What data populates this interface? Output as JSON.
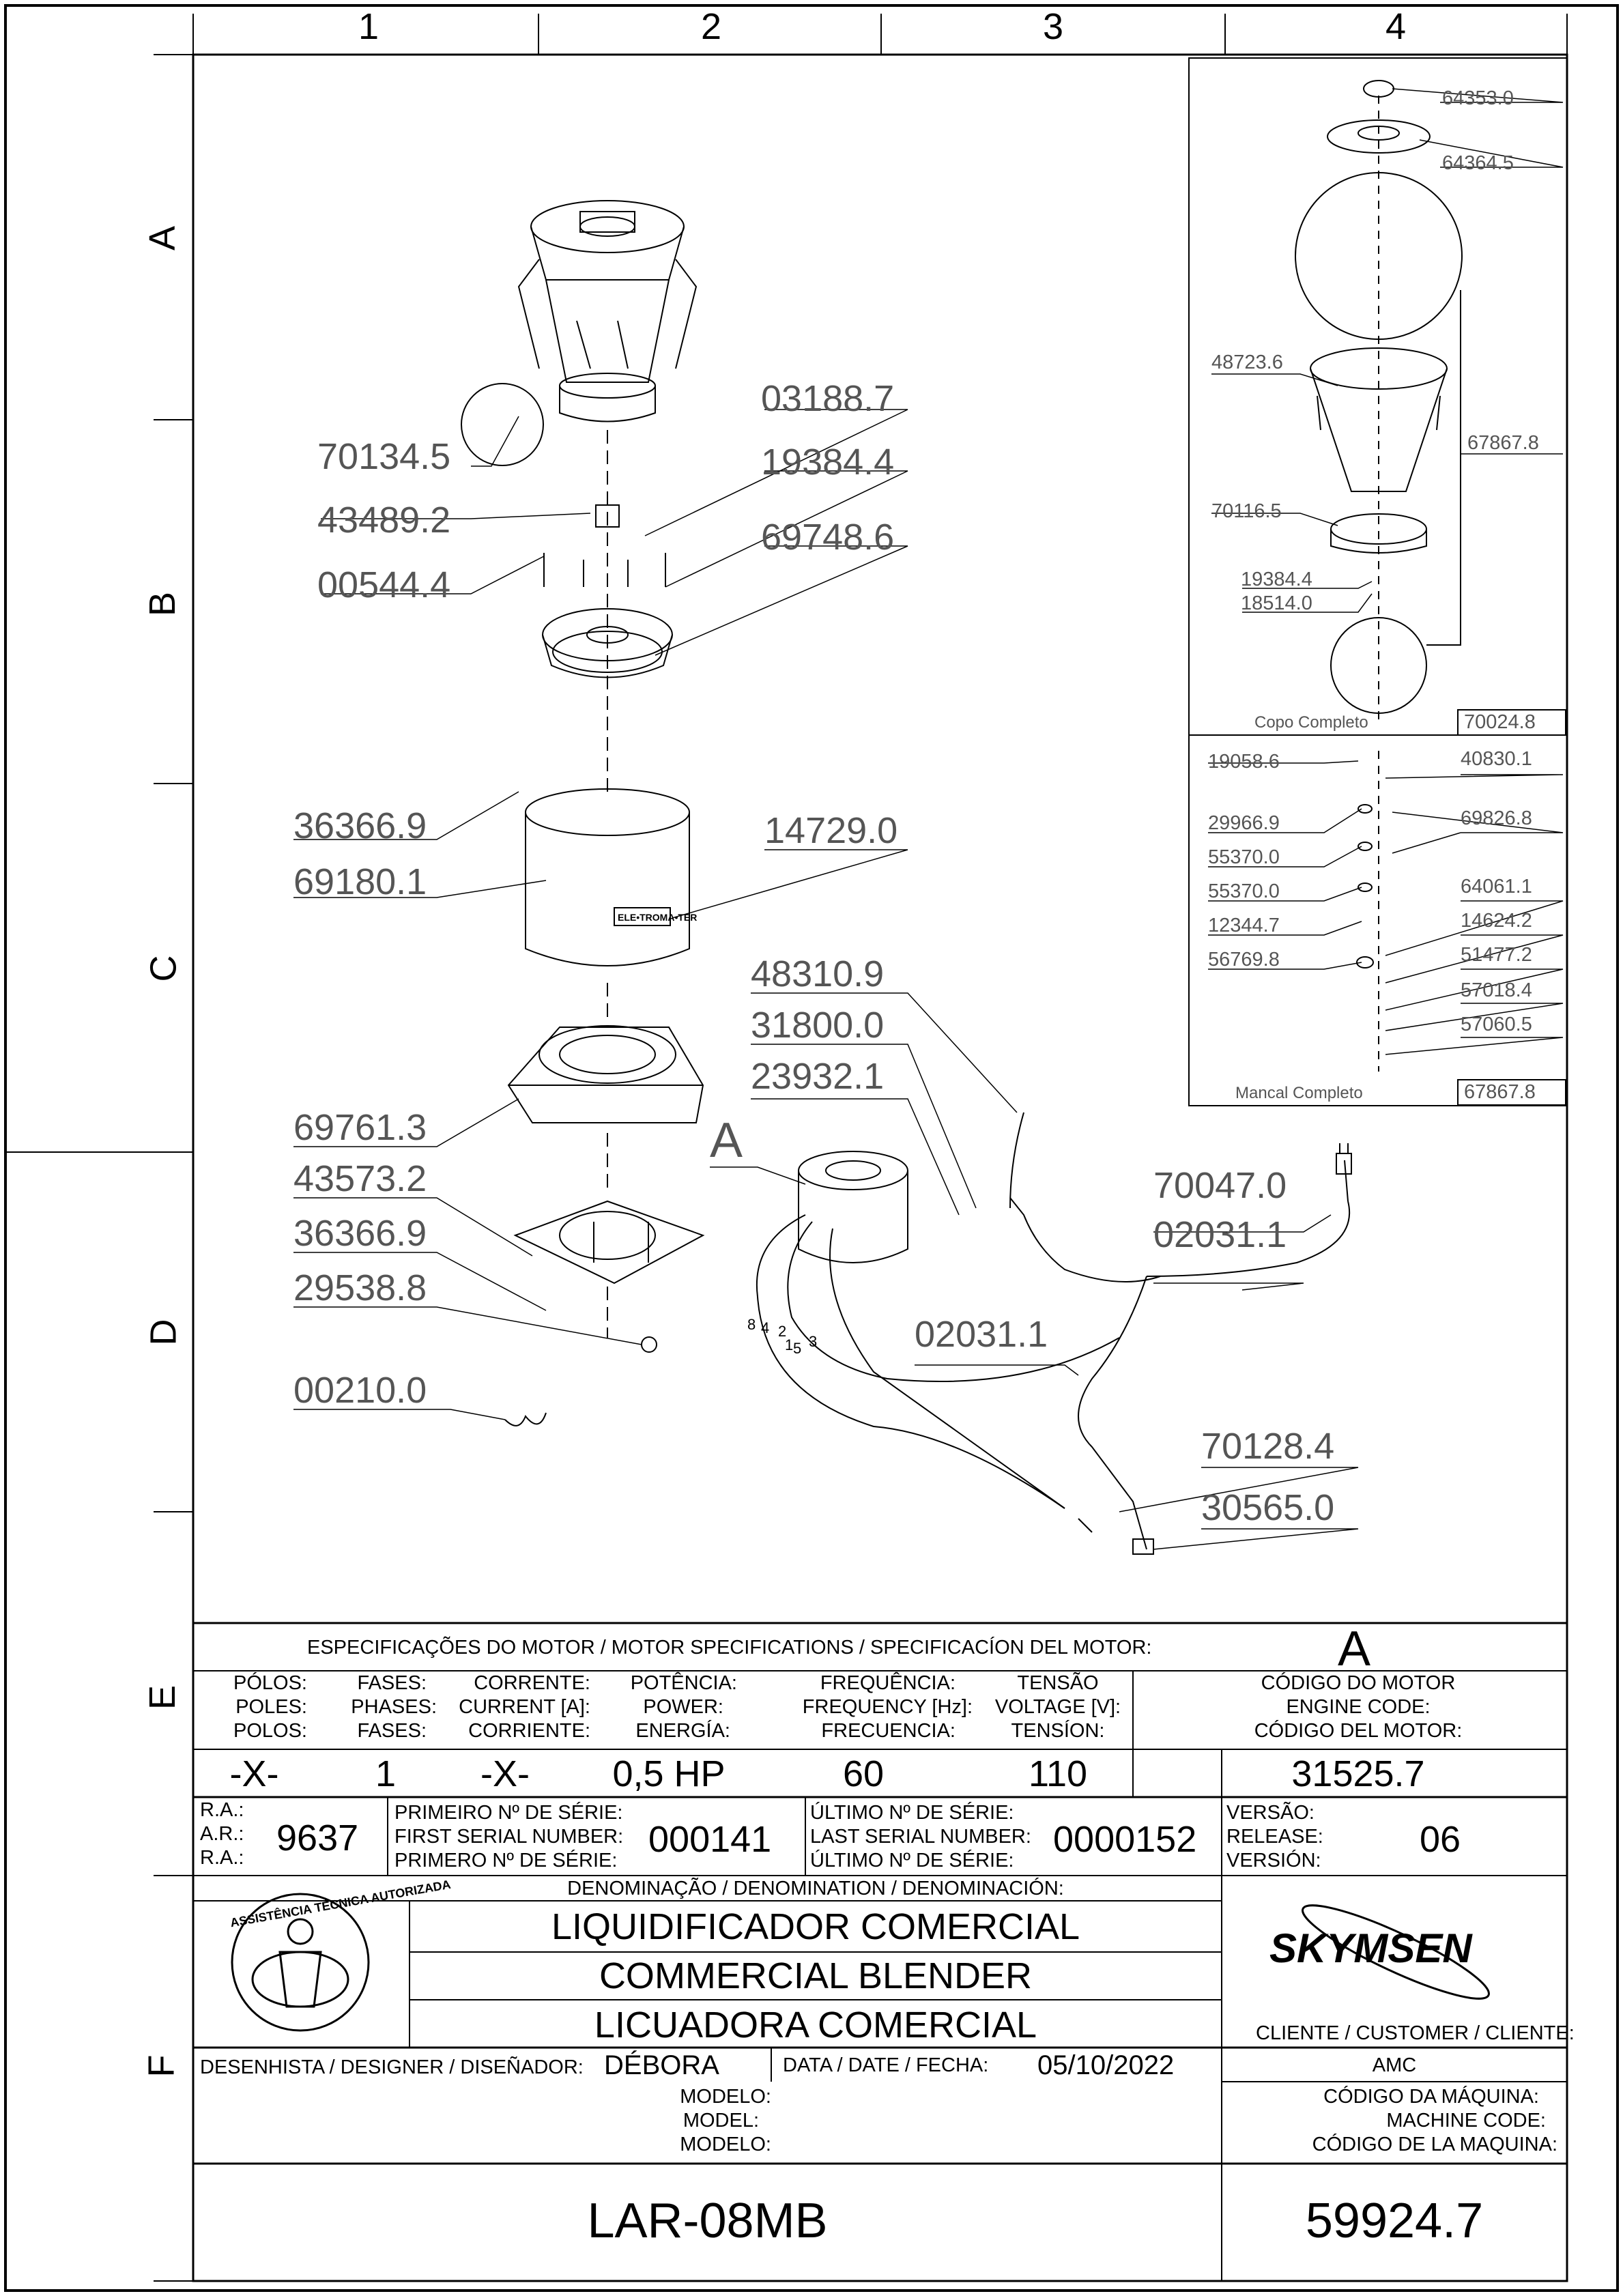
{
  "grid": {
    "columns": [
      "1",
      "2",
      "3",
      "4"
    ],
    "rows": [
      "A",
      "B",
      "C",
      "D",
      "E",
      "F"
    ]
  },
  "drawing": {
    "callout_a": "A",
    "main_labels": [
      "70134.5",
      "43489.2",
      "00544.4",
      "03188.7",
      "19384.4",
      "69748.6",
      "36366.9",
      "69180.1",
      "14729.0",
      "69761.3",
      "43573.2",
      "36366.9",
      "29538.8",
      "00210.0",
      "48310.9",
      "31800.0",
      "23932.1",
      "70047.0",
      "02031.1",
      "02031.1",
      "70128.4",
      "30565.0"
    ],
    "brand_plate": "ELE•TROMA•TER",
    "wire_numbers": [
      "8",
      "4",
      "2",
      "1",
      "5",
      "3"
    ]
  },
  "detail": {
    "cup_labels": [
      "64353.0",
      "64364.5",
      "48723.6",
      "67867.8",
      "70116.5",
      "19384.4",
      "18514.0"
    ],
    "cup_caption": "Copo Completo",
    "cup_code": "70024.8",
    "bearing_labels": [
      "19058.6",
      "40830.1",
      "29966.9",
      "69826.8",
      "55370.0",
      "55370.0",
      "64061.1",
      "12344.7",
      "14624.2",
      "56769.8",
      "51477.2",
      "57018.4",
      "57060.5"
    ],
    "bearing_caption": "Mancal Completo",
    "bearing_code": "67867.8"
  },
  "motor_specs": {
    "title": "ESPECIFICAÇÕES DO MOTOR / MOTOR SPECIFICATIONS / SPECIFICACÍON DEL MOTOR:",
    "motor_type": "A",
    "headers": [
      [
        "PÓLOS:",
        "POLES:",
        "POLOS:"
      ],
      [
        "FASES:",
        "PHASES:",
        "FASES:"
      ],
      [
        "CORRENTE:",
        "CURRENT [A]:",
        "CORRIENTE:"
      ],
      [
        "POTÊNCIA:",
        "POWER:",
        "ENERGÍA:"
      ],
      [
        "FREQUÊNCIA:",
        "FREQUENCY [Hz]:",
        "FRECUENCIA:"
      ],
      [
        "TENSÃO",
        "VOLTAGE [V]:",
        "TENSÍON:"
      ],
      [
        "CÓDIGO DO MOTOR",
        "ENGINE CODE:",
        "CÓDIGO DEL MOTOR:"
      ]
    ],
    "values": [
      "-X-",
      "1",
      "-X-",
      "0,5 HP",
      "60",
      "110",
      "31525.7"
    ]
  },
  "serial": {
    "ra_labels": [
      "R.A.:",
      "A.R.:",
      "R.A.:"
    ],
    "ra_value": "9637",
    "first_labels": [
      "PRIMEIRO Nº DE SÉRIE:",
      "FIRST SERIAL NUMBER:",
      "PRIMERO Nº DE SÉRIE:"
    ],
    "first_value": "000141",
    "last_labels": [
      "ÚLTIMO Nº DE SÉRIE:",
      "LAST SERIAL NUMBER:",
      "ÚLTIMO Nº DE SÉRIE:"
    ],
    "last_value": "0000152",
    "version_labels": [
      "VERSÃO:",
      "RELEASE:",
      "VERSIÓN:"
    ],
    "version_value": "06"
  },
  "denomination": {
    "label": "DENOMINAÇÃO / DENOMINATION / DENOMINACIÓN:",
    "names": [
      "LIQUIDIFICADOR COMERCIAL",
      "COMMERCIAL BLENDER",
      "LICUADORA COMERCIAL"
    ]
  },
  "stamp": {
    "text": "ASSISTÊNCIA TÉCNICA AUTORIZADA"
  },
  "brand": {
    "logo": "SKYMSEN",
    "client_label": "CLIENTE / CUSTOMER / CLIENTE:",
    "client_value": "AMC"
  },
  "designer": {
    "label": "DESENHISTA / DESIGNER / DISEÑADOR:",
    "value": "DÉBORA",
    "date_label": "DATA / DATE / FECHA:",
    "date_value": "05/10/2022"
  },
  "model": {
    "labels": [
      "MODELO:",
      "MODEL:",
      "MODELO:"
    ],
    "value": "LAR-08MB"
  },
  "machine": {
    "labels": [
      "CÓDIGO DA MÁQUINA:",
      "MACHINE CODE:",
      "CÓDIGO DE LA MAQUINA:"
    ],
    "value": "59924.7"
  }
}
